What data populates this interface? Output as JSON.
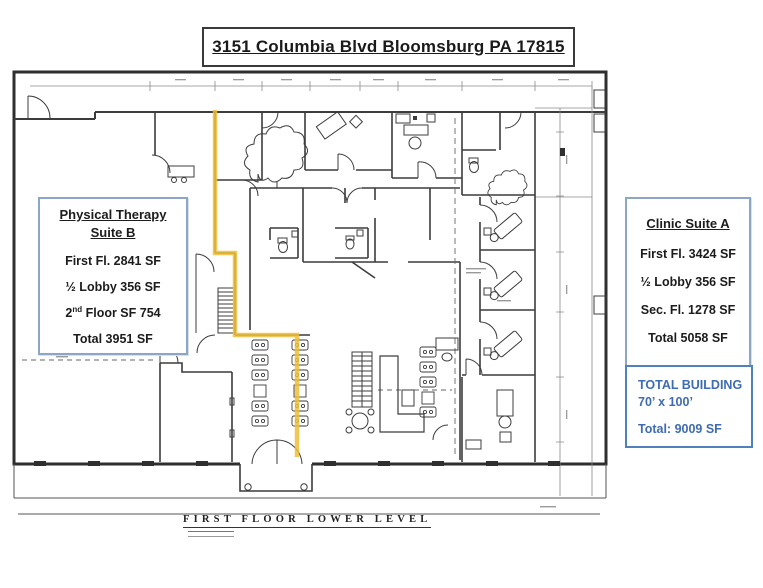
{
  "title": {
    "text": "3151 Columbia Blvd Bloomsburg PA 17815"
  },
  "suite_b": {
    "heading_line1": "Physical Therapy",
    "heading_line2": "Suite B",
    "row1": "First Fl. 2841 SF",
    "row2": "½ Lobby  356 SF",
    "row3_pre": "2",
    "row3_sup": "nd",
    "row3_post": " Floor  SF 754",
    "row4": "Total  3951 SF"
  },
  "clinic_a": {
    "heading": "Clinic Suite A",
    "row1": "First Fl. 3424 SF",
    "row2": "½ Lobby  356 SF",
    "row3": "Sec. Fl.  1278 SF",
    "row4": "Total 5058 SF"
  },
  "total_building": {
    "line1": "TOTAL BUILDING",
    "line2": "70’ x 100’",
    "line3": "Total:  9009 SF"
  },
  "plan": {
    "footer_label": "FIRST FLOOR LOWER LEVEL"
  },
  "colors": {
    "highlight_yellow": "#EFBE37",
    "info_box_border": "#8CA6C6",
    "total_box_border": "#4F81BD",
    "total_text_blue": "#3E6CB2",
    "plan_line": "#3C3C3C"
  }
}
